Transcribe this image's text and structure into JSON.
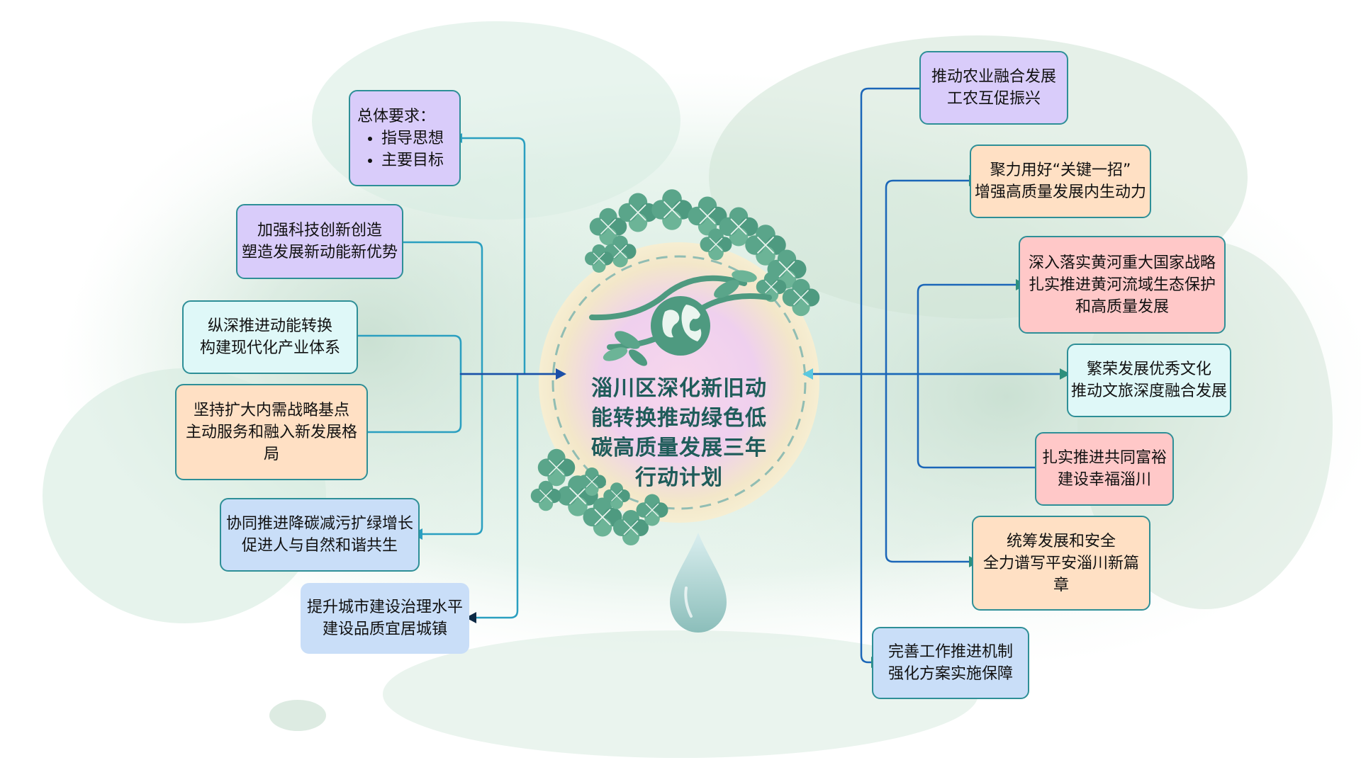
{
  "center": {
    "title_lines": [
      "淄川区深化新旧动",
      "能转换推动绿色低",
      "碳高质量发展三年",
      "行动计划"
    ]
  },
  "left_nodes": [
    {
      "id": "overall",
      "heading": "总体要求：",
      "bullets": [
        "指导思想",
        "主要目标"
      ],
      "color": "purple"
    },
    {
      "id": "tech",
      "lines": [
        "加强科技创新创造",
        "塑造发展新动能新优势"
      ],
      "color": "purple"
    },
    {
      "id": "energy",
      "lines": [
        "纵深推进动能转换",
        "构建现代化产业体系"
      ],
      "color": "aqua"
    },
    {
      "id": "demand",
      "lines": [
        "坚持扩大内需战略基点",
        "主动服务和融入新发展格",
        "局"
      ],
      "color": "peach"
    },
    {
      "id": "carbon",
      "lines": [
        "协同推进降碳减污扩绿增长",
        "促进人与自然和谐共生"
      ],
      "color": "blue"
    },
    {
      "id": "city",
      "lines": [
        "提升城市建设治理水平",
        "建设品质宜居城镇"
      ],
      "color": "blue"
    }
  ],
  "right_nodes": [
    {
      "id": "agri",
      "lines": [
        "推动农业融合发展",
        "工农互促振兴"
      ],
      "color": "purple"
    },
    {
      "id": "key",
      "lines": [
        "聚力用好“关键一招”",
        "增强高质量发展内生动力"
      ],
      "color": "peach"
    },
    {
      "id": "river",
      "lines": [
        "深入落实黄河重大国家战略",
        "扎实推进黄河流域生态保护",
        "和高质量发展"
      ],
      "color": "pink"
    },
    {
      "id": "culture",
      "lines": [
        "繁荣发展优秀文化",
        "推动文旅深度融合发展"
      ],
      "color": "aqua"
    },
    {
      "id": "prosperity",
      "lines": [
        "扎实推进共同富裕",
        "建设幸福淄川"
      ],
      "color": "pink"
    },
    {
      "id": "safety",
      "lines": [
        "统筹发展和安全",
        "全力谱写平安淄川新篇",
        "章"
      ],
      "color": "peach"
    },
    {
      "id": "mechanism",
      "lines": [
        "完善工作推进机制",
        "强化方案实施保障"
      ],
      "color": "blue"
    }
  ],
  "icons": [
    "globe-icon",
    "leaf-icon",
    "water-drop-icon",
    "clover-icon"
  ],
  "colors": {
    "connector": "#2a9fc0",
    "connector_dark": "#1b4fa8",
    "center_text": "#1f5c5a",
    "border": "#2e8f97",
    "leaf": "#5aa58a"
  }
}
